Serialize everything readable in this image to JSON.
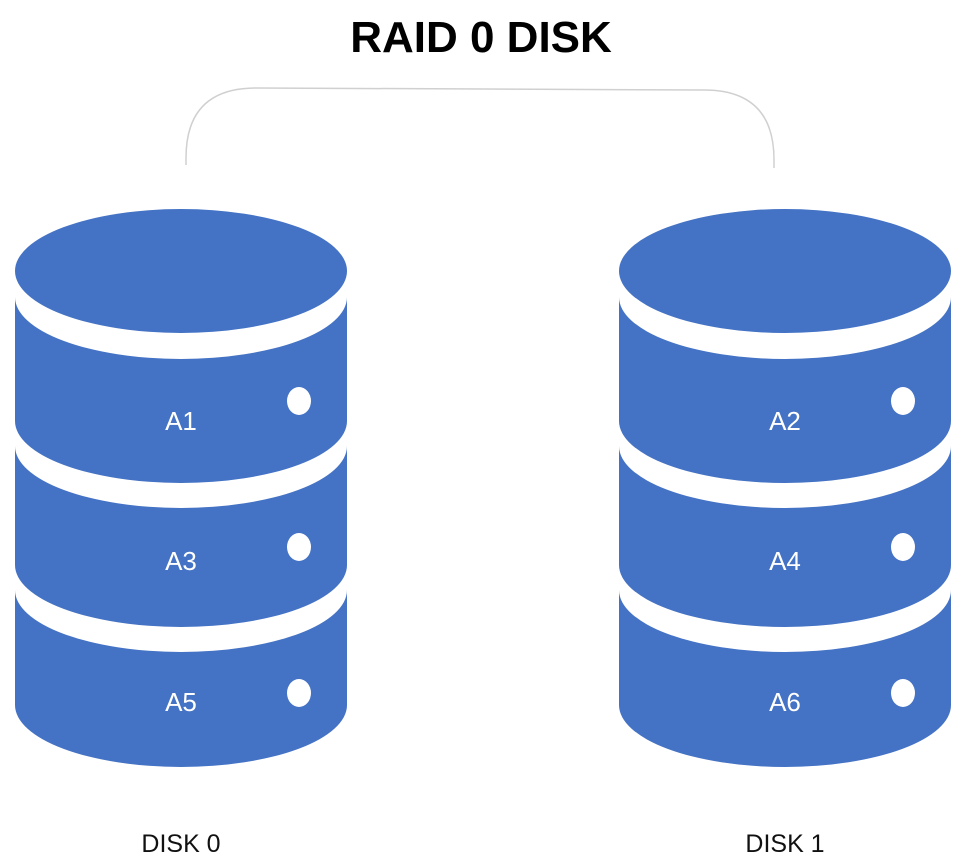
{
  "title": "RAID 0 DISK",
  "colors": {
    "disk": "#4472C4",
    "background": "#ffffff",
    "connector": "#d0d0d0"
  },
  "disks": [
    {
      "label": "DISK 0",
      "segments": [
        "A1",
        "A3",
        "A5"
      ]
    },
    {
      "label": "DISK 1",
      "segments": [
        "A2",
        "A4",
        "A6"
      ]
    }
  ]
}
